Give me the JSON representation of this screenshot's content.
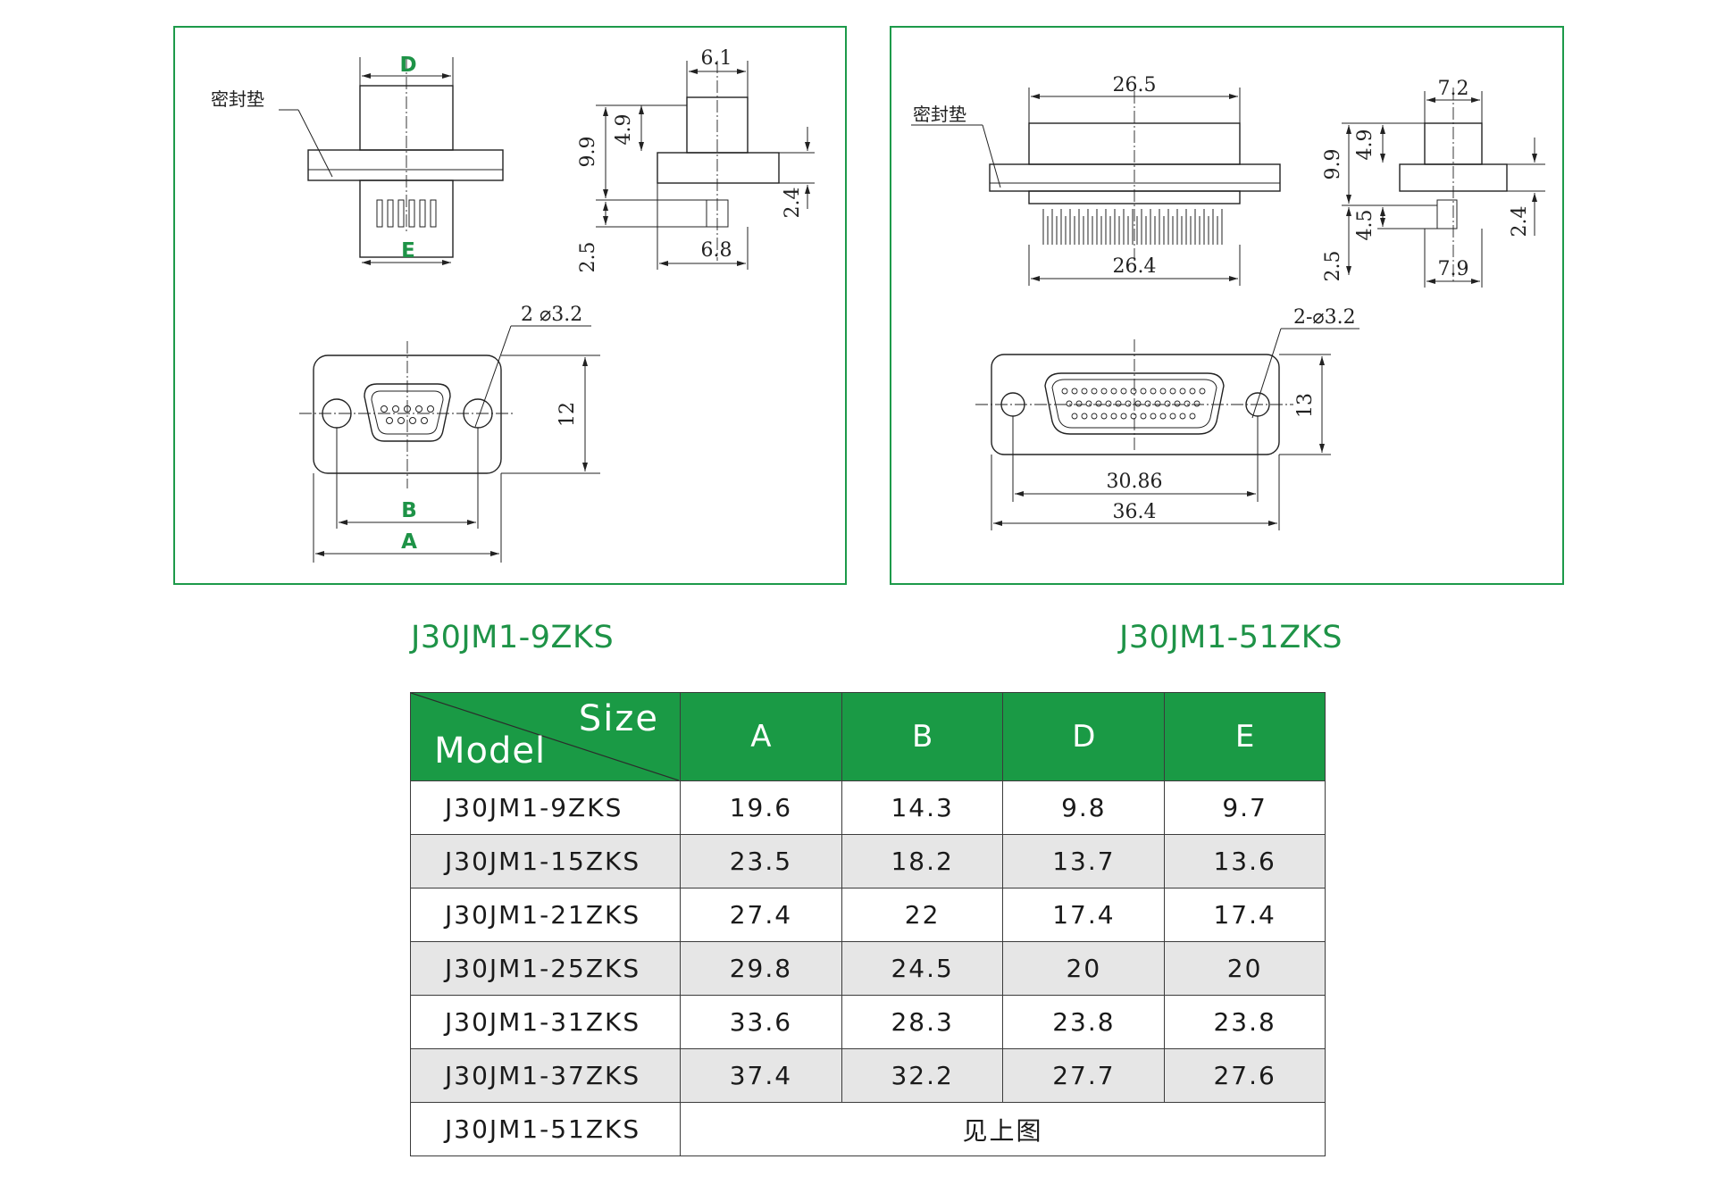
{
  "left_drawing": {
    "label_d": "D",
    "label_e": "E",
    "label_b": "B",
    "label_a": "A",
    "seal_label": "密封垫",
    "dim_top_width": "6.1",
    "dim_4_9": "4.9",
    "dim_9_9": "9.9",
    "dim_2_4": "2.4",
    "dim_2_5": "2.5",
    "dim_6_8": "6.8",
    "dim_hole": "2  ⌀3.2",
    "dim_12": "12"
  },
  "right_drawing": {
    "seal_label": "密封垫",
    "dim_26_5": "26.5",
    "dim_26_4": "26.4",
    "dim_7_2": "7.2",
    "dim_4_9": "4.9",
    "dim_9_9": "9.9",
    "dim_4_5": "4.5",
    "dim_2_5": "2.5",
    "dim_2_4": "2.4",
    "dim_7_9": "7.9",
    "dim_hole": "2-⌀3.2",
    "dim_13": "13",
    "dim_30_86": "30.86",
    "dim_36_4": "36.4"
  },
  "captions": {
    "left": "J30JM1-9ZKS",
    "right": "J30JM1-51ZKS"
  },
  "table": {
    "corner_size": "Size",
    "corner_model": "Model",
    "columns": [
      "A",
      "B",
      "D",
      "E"
    ],
    "rows": [
      {
        "model": "J30JM1-9ZKS",
        "values": [
          "19.6",
          "14.3",
          "9.8",
          "9.7"
        ]
      },
      {
        "model": "J30JM1-15ZKS",
        "values": [
          "23.5",
          "18.2",
          "13.7",
          "13.6"
        ]
      },
      {
        "model": "J30JM1-21ZKS",
        "values": [
          "27.4",
          "22",
          "17.4",
          "17.4"
        ]
      },
      {
        "model": "J30JM1-25ZKS",
        "values": [
          "29.8",
          "24.5",
          "20",
          "20"
        ]
      },
      {
        "model": "J30JM1-31ZKS",
        "values": [
          "33.6",
          "28.3",
          "23.8",
          "23.8"
        ]
      },
      {
        "model": "J30JM1-37ZKS",
        "values": [
          "37.4",
          "32.2",
          "27.7",
          "27.6"
        ]
      }
    ],
    "last_row": {
      "model": "J30JM1-51ZKS",
      "note": "见上图"
    }
  },
  "colors": {
    "accent": "#1a9a45",
    "panel_border": "#1d9a4a",
    "alt_row": "#e6e6e6"
  }
}
